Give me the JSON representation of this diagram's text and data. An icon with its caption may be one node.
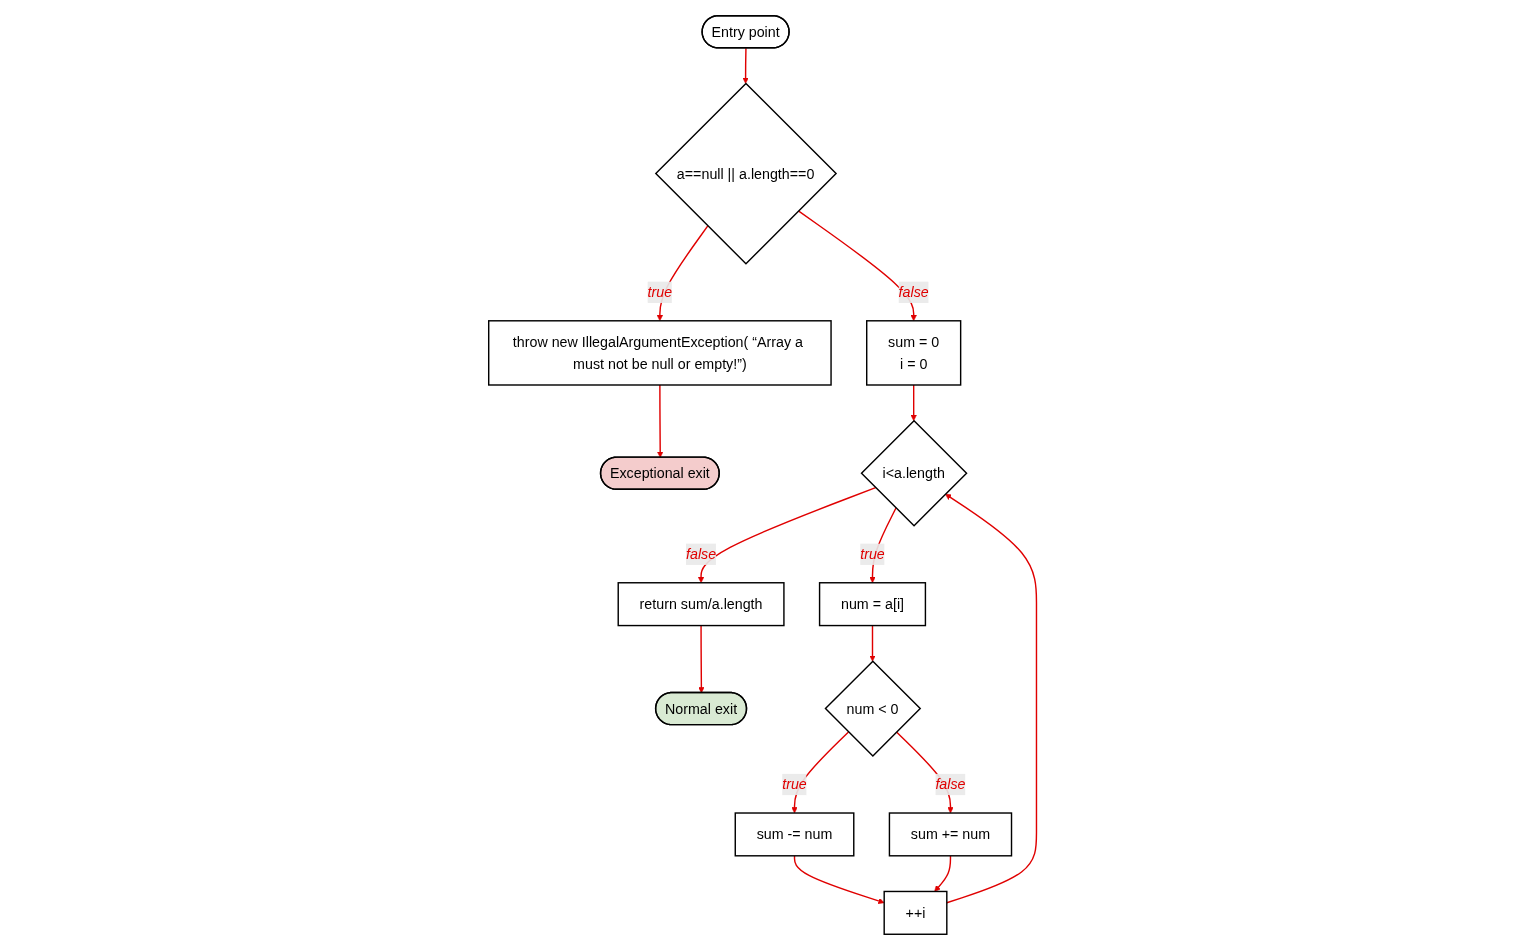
{
  "diagram": {
    "nodes": [
      {
        "text": [
          "Entry point"
        ]
      },
      {
        "text": [
          "a==null || a.length==0"
        ]
      },
      {
        "text": [
          "throw new IllegalArgumentException( “Array a must not be null or empty!”)"
        ]
      },
      {
        "text": [
          "Exceptional exit"
        ]
      },
      {
        "text": [
          "sum = 0",
          "i = 0"
        ]
      },
      {
        "text": [
          "i<a.length"
        ]
      },
      {
        "text": [
          "return sum/a.length"
        ]
      },
      {
        "text": [
          "Normal exit"
        ]
      },
      {
        "text": [
          "num = a[i]"
        ]
      },
      {
        "text": [
          "num < 0"
        ]
      },
      {
        "text": [
          "sum += num"
        ]
      },
      {
        "text": [
          "sum -= num"
        ]
      },
      {
        "text": [
          "++i"
        ]
      }
    ],
    "edges": [
      {
        "from": 0,
        "to": 1,
        "arrow": "to"
      },
      {
        "from": 1,
        "to": 2,
        "arrow": "to",
        "label": "true"
      },
      {
        "from": 2,
        "to": 3,
        "arrow": "to"
      },
      {
        "from": 1,
        "to": 4,
        "arrow": "to",
        "label": "false"
      },
      {
        "from": 4,
        "to": 5,
        "arrow": "to"
      },
      {
        "from": 5,
        "to": 6,
        "arrow": "to",
        "label": "false"
      },
      {
        "from": 6,
        "to": 7,
        "arrow": "to"
      },
      {
        "from": 5,
        "to": 8,
        "arrow": "to",
        "label": "true"
      },
      {
        "from": 8,
        "to": 9,
        "arrow": "to"
      },
      {
        "from": 9,
        "to": 10,
        "arrow": "to",
        "label": "false"
      },
      {
        "from": 9,
        "to": 11,
        "arrow": "to",
        "label": "true"
      },
      {
        "from": 11,
        "to": 12,
        "arrow": "to"
      },
      {
        "from": 10,
        "to": 12,
        "arrow": "to"
      },
      {
        "from": 12,
        "to": 5,
        "arrow": "to"
      }
    ]
  }
}
